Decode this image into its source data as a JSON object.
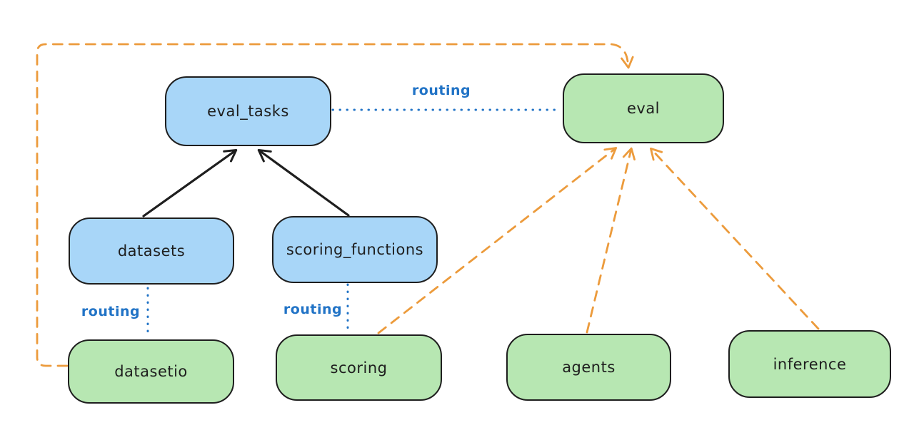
{
  "diagram": {
    "title": "",
    "colors": {
      "background": "#ffffff",
      "node_blue_fill": "#a8d6f8",
      "node_green_fill": "#b7e7b2",
      "node_stroke": "#1e1e1e",
      "solid_arrow": "#1e1e1e",
      "routing_blue": "#2173c6",
      "dashed_orange": "#ec9b3c"
    },
    "nodes": [
      {
        "id": "eval_tasks",
        "label": "eval_tasks",
        "variant": "blue"
      },
      {
        "id": "eval",
        "label": "eval",
        "variant": "green"
      },
      {
        "id": "datasets",
        "label": "datasets",
        "variant": "blue"
      },
      {
        "id": "scoring_functions",
        "label": "scoring_functions",
        "variant": "blue"
      },
      {
        "id": "datasetio",
        "label": "datasetio",
        "variant": "green"
      },
      {
        "id": "scoring",
        "label": "scoring",
        "variant": "green"
      },
      {
        "id": "agents",
        "label": "agents",
        "variant": "green"
      },
      {
        "id": "inference",
        "label": "inference",
        "variant": "green"
      }
    ],
    "edges": [
      {
        "from": "datasets",
        "to": "eval_tasks",
        "style": "solid",
        "color": "black",
        "arrow": true,
        "label": ""
      },
      {
        "from": "scoring_functions",
        "to": "eval_tasks",
        "style": "solid",
        "color": "black",
        "arrow": true,
        "label": ""
      },
      {
        "from": "eval_tasks",
        "to": "eval",
        "style": "dotted",
        "color": "blue",
        "arrow": false,
        "label": "routing"
      },
      {
        "from": "datasets",
        "to": "datasetio",
        "style": "dotted",
        "color": "blue",
        "arrow": false,
        "label": "routing"
      },
      {
        "from": "scoring_functions",
        "to": "scoring",
        "style": "dotted",
        "color": "blue",
        "arrow": false,
        "label": "routing"
      },
      {
        "from": "datasetio",
        "to": "eval",
        "style": "dashed",
        "color": "orange",
        "arrow": true,
        "label": ""
      },
      {
        "from": "scoring",
        "to": "eval",
        "style": "dashed",
        "color": "orange",
        "arrow": true,
        "label": ""
      },
      {
        "from": "agents",
        "to": "eval",
        "style": "dashed",
        "color": "orange",
        "arrow": true,
        "label": ""
      },
      {
        "from": "inference",
        "to": "eval",
        "style": "dashed",
        "color": "orange",
        "arrow": true,
        "label": ""
      }
    ],
    "edge_labels": {
      "routing_top": "routing",
      "routing_datasets": "routing",
      "routing_scoring": "routing"
    }
  }
}
